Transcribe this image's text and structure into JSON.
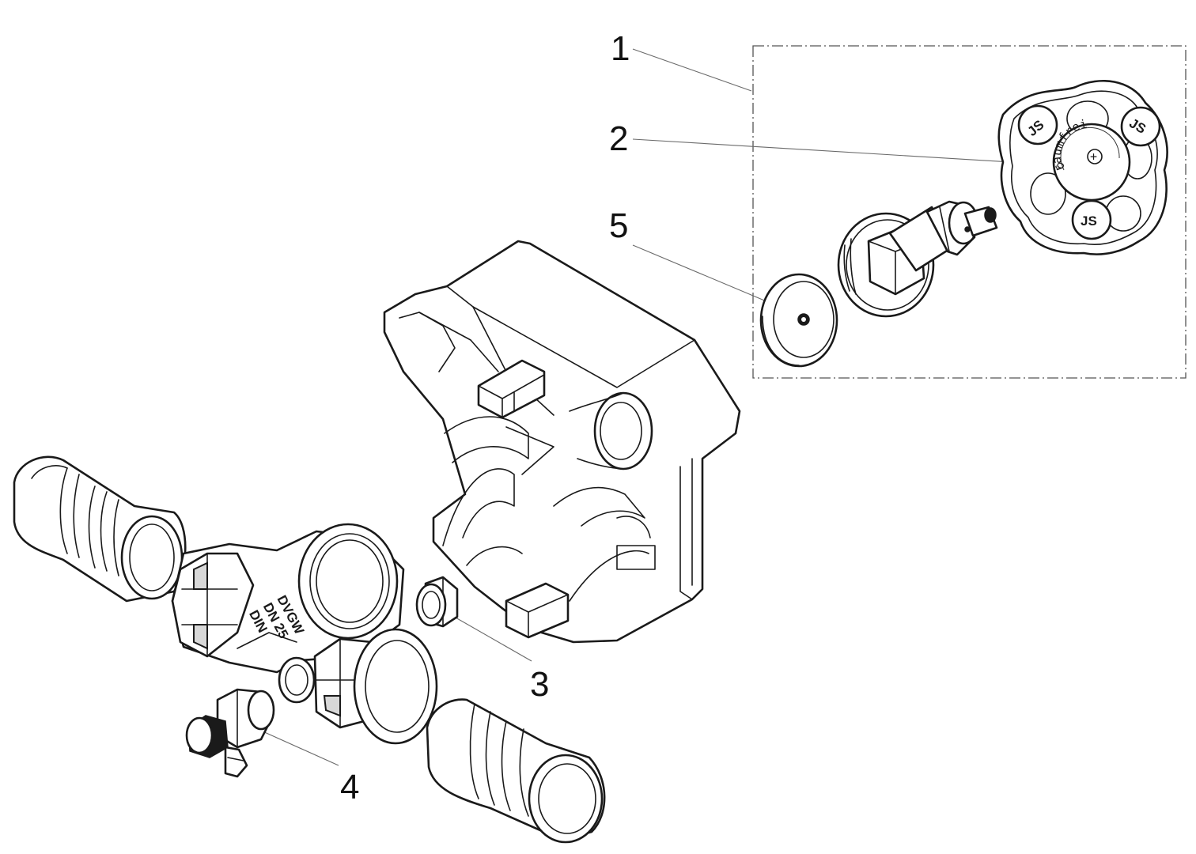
{
  "callouts": [
    {
      "label": "1"
    },
    {
      "label": "2"
    },
    {
      "label": "5"
    },
    {
      "label": "3"
    },
    {
      "label": "4"
    }
  ],
  "handwheel": {
    "ring_text": "raumfrei",
    "lead_letters": "o",
    "symbol": "+",
    "logo_text": "JS"
  },
  "valve_body": {
    "marking_lines": [
      "DVGW",
      "DN 25",
      "DIN"
    ]
  },
  "colors": {
    "line": "#1a1a1a",
    "leader": "#6a6a6a",
    "background": "#ffffff"
  }
}
